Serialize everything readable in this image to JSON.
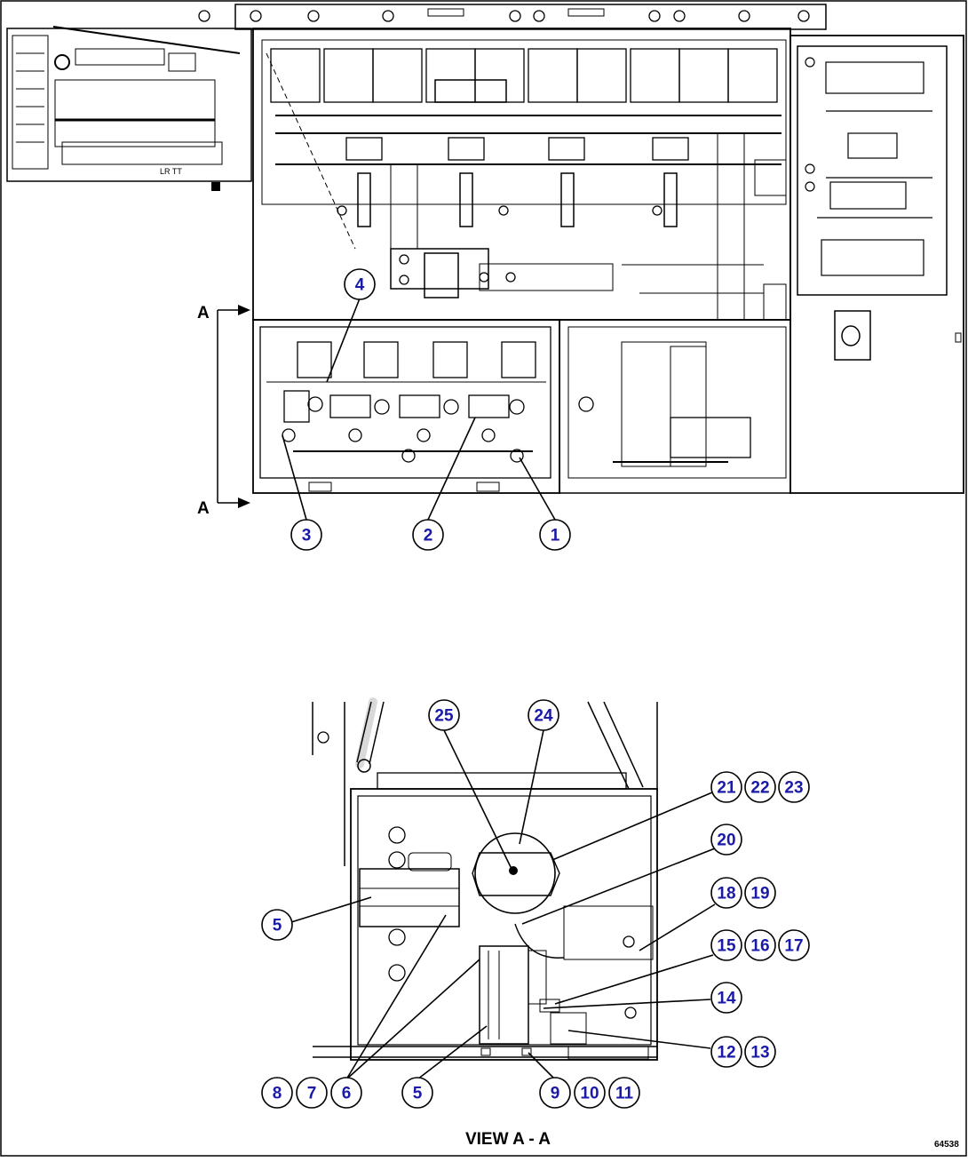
{
  "diagram": {
    "section_marker": "A",
    "view_title": "VIEW A - A",
    "drawing_ref": "64538",
    "top_label": "LR TT",
    "callouts_top": [
      "4",
      "3",
      "2",
      "1"
    ],
    "callouts_bottom": [
      "25",
      "24",
      "21",
      "22",
      "23",
      "20",
      "5",
      "18",
      "19",
      "15",
      "16",
      "17",
      "14",
      "12",
      "13",
      "8",
      "7",
      "6",
      "5",
      "9",
      "10",
      "11"
    ],
    "colors": {
      "callout_text": "#1a1aa8",
      "line": "#000000",
      "background": "#ffffff"
    }
  }
}
